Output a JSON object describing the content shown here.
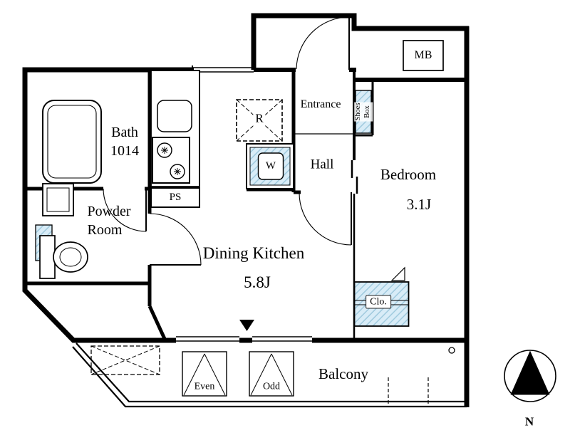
{
  "colors": {
    "wall": "#000000",
    "hatch_fill": "#d8ecf7",
    "hatch_line": "#a0cade"
  },
  "rooms": {
    "bath": {
      "name": "Bath",
      "code": "1014"
    },
    "powder_room": {
      "line1": "Powder",
      "line2": "Room"
    },
    "dining_kitchen": {
      "name": "Dining Kitchen",
      "size": "5.8J"
    },
    "bedroom": {
      "name": "Bedroom",
      "size": "3.1J"
    },
    "hall": {
      "name": "Hall"
    },
    "entrance": {
      "name": "Entrance"
    },
    "balcony": {
      "name": "Balcony"
    }
  },
  "fixtures": {
    "meter_box": "MB",
    "pipe_space": "PS",
    "refrigerator": "R",
    "washing_machine": "W",
    "shoes_box": "Shoes\nBox",
    "closet": "Clo.",
    "evac_hatch_even": "Even",
    "evac_hatch_odd": "Odd"
  },
  "compass": {
    "north": "N"
  }
}
